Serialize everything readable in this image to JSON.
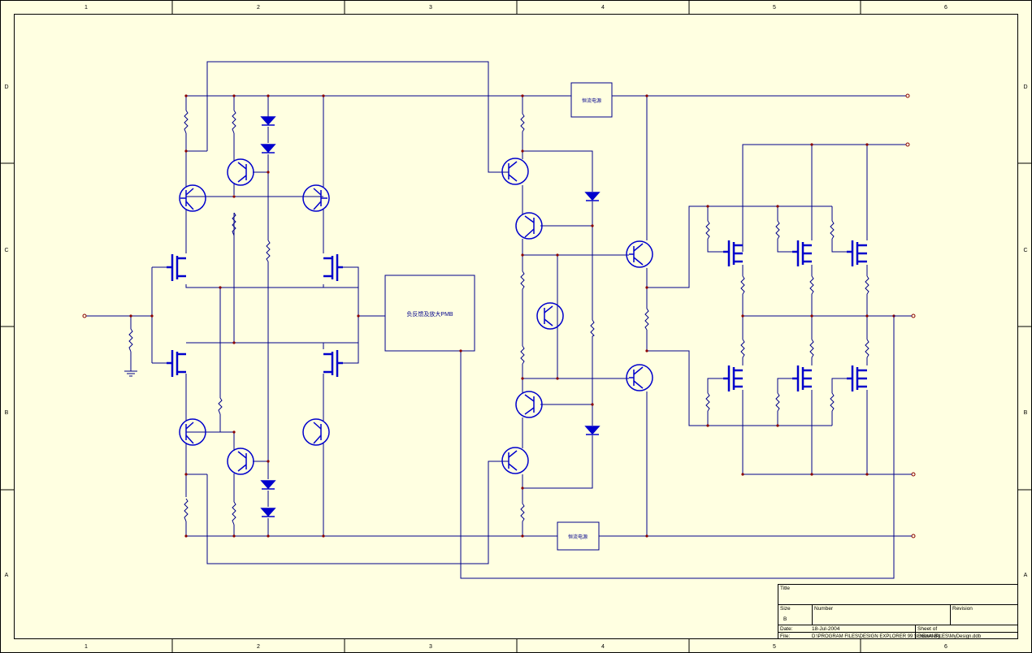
{
  "sheet": {
    "column_labels": [
      "1",
      "2",
      "3",
      "4",
      "5",
      "6"
    ],
    "row_labels": [
      "D",
      "C",
      "B",
      "A"
    ],
    "colors": {
      "paper": "#ffffe1",
      "frame": "#000000",
      "wire": "#00008b",
      "component": "#0000cc",
      "junction": "#8b0000",
      "pin": "#8b0000"
    }
  },
  "blocks": {
    "center_block_label": "负反馈及放大PMB",
    "top_block_label": "恒流电源",
    "bottom_block_label": "恒流电源"
  },
  "title_block": {
    "title_label": "Title",
    "size_label": "Size",
    "size_value": "B",
    "number_label": "Number",
    "revision_label": "Revision",
    "date_label": "Date:",
    "date_value": "18-Jul-2004",
    "sheet_label": "Sheet    of",
    "file_label": "File:",
    "file_value": "D:\\PROGRAM FILES\\DESIGN EXPLORER 99 SE\\EXAMPLES\\MyDesign.ddb",
    "drawn_by_label": "Drawn By:"
  }
}
